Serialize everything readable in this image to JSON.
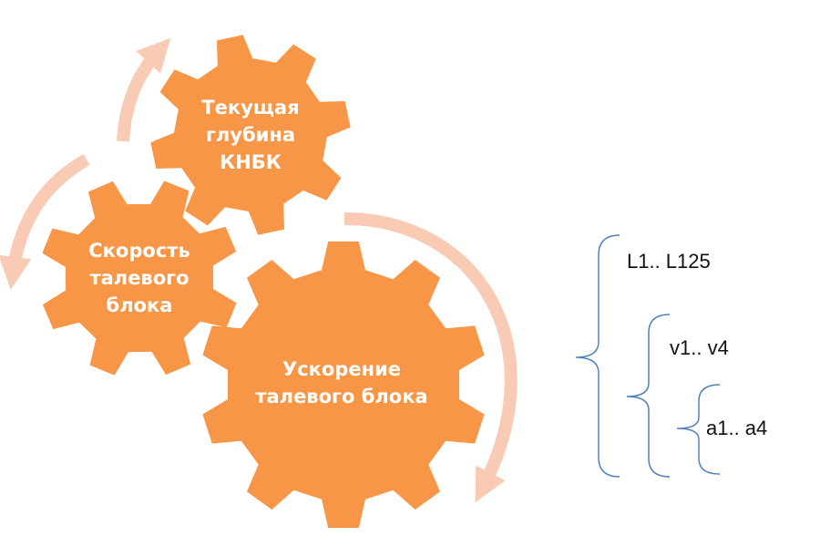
{
  "gears": [
    {
      "id": "depth",
      "lines": [
        "Текущая",
        "глубина",
        "КНБК"
      ]
    },
    {
      "id": "speed",
      "lines": [
        "Скорость",
        "талевого",
        "блока"
      ]
    },
    {
      "id": "acceleration",
      "lines": [
        "Ускорение",
        "талевого блока"
      ]
    }
  ],
  "ranges": [
    {
      "id": "lengths",
      "label": "L1.. L125"
    },
    {
      "id": "velocities",
      "label": "v1.. v4"
    },
    {
      "id": "accelerations",
      "label": "a1.. a4"
    }
  ],
  "colors": {
    "gear": "#f79646",
    "arrow": "#f9cbb4",
    "brace": "#4f81bd",
    "text": "#111111"
  }
}
